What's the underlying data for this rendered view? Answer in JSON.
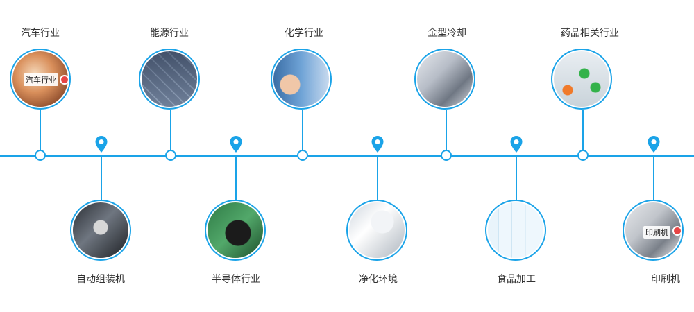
{
  "theme": {
    "accent": "#1aa3e8",
    "text": "#333333",
    "pin": "#1aa3e8"
  },
  "top_items": [
    {
      "label": "汽车行业",
      "badge": "汽车行业",
      "icon": "car-industry-photo"
    },
    {
      "label": "能源行业",
      "badge": "",
      "icon": "solar-panel-photo"
    },
    {
      "label": "化学行业",
      "badge": "",
      "icon": "chemical-lab-photo"
    },
    {
      "label": "金型冷却",
      "badge": "",
      "icon": "mold-cooling-photo"
    },
    {
      "label": "药品相关行业",
      "badge": "",
      "icon": "pharma-capsules-photo"
    }
  ],
  "bottom_items": [
    {
      "label": "自动组装机",
      "badge": "",
      "icon": "assembly-machine-photo"
    },
    {
      "label": "半导体行业",
      "badge": "",
      "icon": "semiconductor-chip-photo"
    },
    {
      "label": "净化环境",
      "badge": "",
      "icon": "cleanroom-photo"
    },
    {
      "label": "食品加工",
      "badge": "",
      "icon": "food-bottles-photo"
    },
    {
      "label": "印刷机",
      "badge": "印刷机",
      "icon": "printing-machine-photo"
    }
  ]
}
